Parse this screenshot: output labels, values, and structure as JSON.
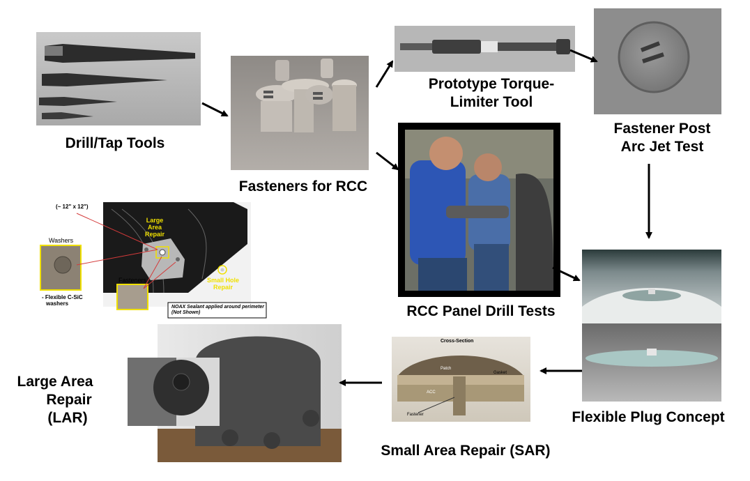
{
  "labels": {
    "drill_tap": "Drill/Tap Tools",
    "fasteners_rcc": "Fasteners for RCC",
    "torque_line1": "Prototype Torque-",
    "torque_line2": "Limiter Tool",
    "arcjet_line1": "Fastener Post",
    "arcjet_line2": "Arc Jet Test",
    "rcc_drill": "RCC Panel Drill Tests",
    "flex_plug": "Flexible Plug Concept",
    "sar": "Small Area Repair (SAR)",
    "lar_line1": "Large Area",
    "lar_line2": "Repair",
    "lar_line3": "(LAR)"
  },
  "inset": {
    "size_note": "(~ 12\" x 12\")",
    "washers": "Washers",
    "large_area_repair_1": "Large",
    "large_area_repair_2": "Area",
    "large_area_repair_3": "Repair",
    "fasteners": "Fasteners",
    "small_hole_1": "Small Hole",
    "small_hole_2": "Repair",
    "flexible_1": "- Flexible C-SiC",
    "flexible_2": "washers",
    "sealant_1": "NOAX Sealant applied around perimeter",
    "sealant_2": "(Not Shown)"
  },
  "sar_photo": {
    "title": "Cross-Section",
    "patch": "Patch",
    "gasket": "Gasket",
    "acc": "ACC",
    "fastener": "Fastener"
  },
  "colors": {
    "arrow": "#000000",
    "yellow_label": "#f0e000",
    "inset_dark": "#1a1a1a"
  }
}
